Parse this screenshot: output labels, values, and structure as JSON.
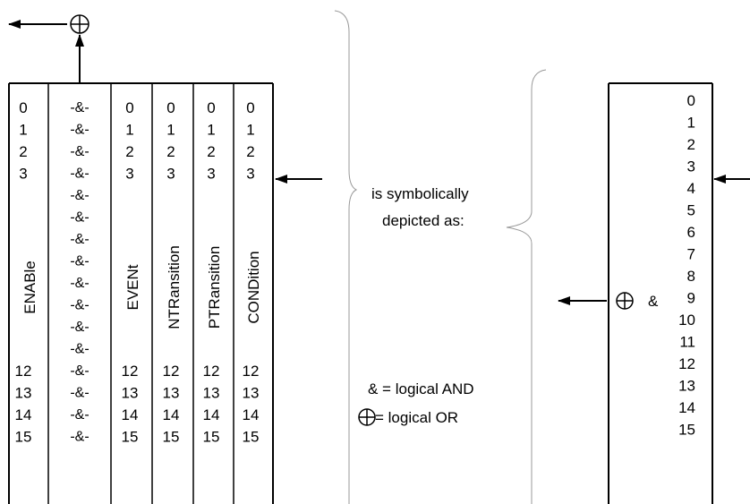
{
  "register_model": {
    "low_bits": [
      "0",
      "1",
      "2",
      "3"
    ],
    "high_bits": [
      "12",
      "13",
      "14",
      "15"
    ],
    "and_cell": "-&-",
    "columns": {
      "enable": "ENABle",
      "event": "EVENt",
      "ntransition": "NTRansition",
      "ptransition": "PTRansition",
      "condition": "CONDition"
    }
  },
  "middle_text": {
    "line1": "is symbolically",
    "line2": "depicted as:",
    "and_legend": "& = logical AND",
    "or_legend": "= logical OR"
  },
  "symbolic_register": {
    "bits": [
      "0",
      "1",
      "2",
      "3",
      "4",
      "5",
      "6",
      "7",
      "8",
      "9",
      "10",
      "11",
      "12",
      "13",
      "14",
      "15"
    ],
    "and_symbol": "&"
  },
  "icons": {
    "or_symbol": "circle-plus-icon",
    "arrow": "arrow-left-icon"
  }
}
